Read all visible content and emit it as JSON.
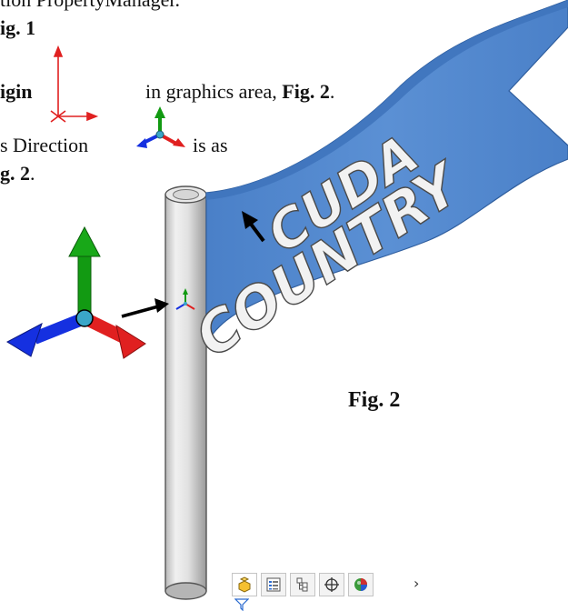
{
  "text": {
    "top_partial": "tion PropertyManager.",
    "fig1_label": "ig. 1",
    "origin_bold": "igin",
    "graphics_area_text": "in graphics area, ",
    "fig2_ref": "Fig. 2",
    "period": ".",
    "direction_text": "s Direction",
    "is_as_text": "is as",
    "fig2_partial": "g. 2",
    "fig2_caption": "Fig. 2"
  },
  "flag": {
    "line1": "CUDA",
    "line2": "COUNTRY",
    "color": "#4f86cf",
    "edge_color": "#3c70b8"
  },
  "axes_colors": {
    "x": "#e02020",
    "y": "#129a12",
    "z": "#1530e0"
  },
  "property_manager_tabs": [
    {
      "icon": "part-icon",
      "active": true
    },
    {
      "icon": "property-manager-icon",
      "active": false
    },
    {
      "icon": "configuration-manager-icon",
      "active": false
    },
    {
      "icon": "dimxpert-icon",
      "active": false
    },
    {
      "icon": "display-manager-icon",
      "active": false
    }
  ],
  "tab_overflow_icon": "chevron-right-icon",
  "filter_icon": "filter-icon"
}
